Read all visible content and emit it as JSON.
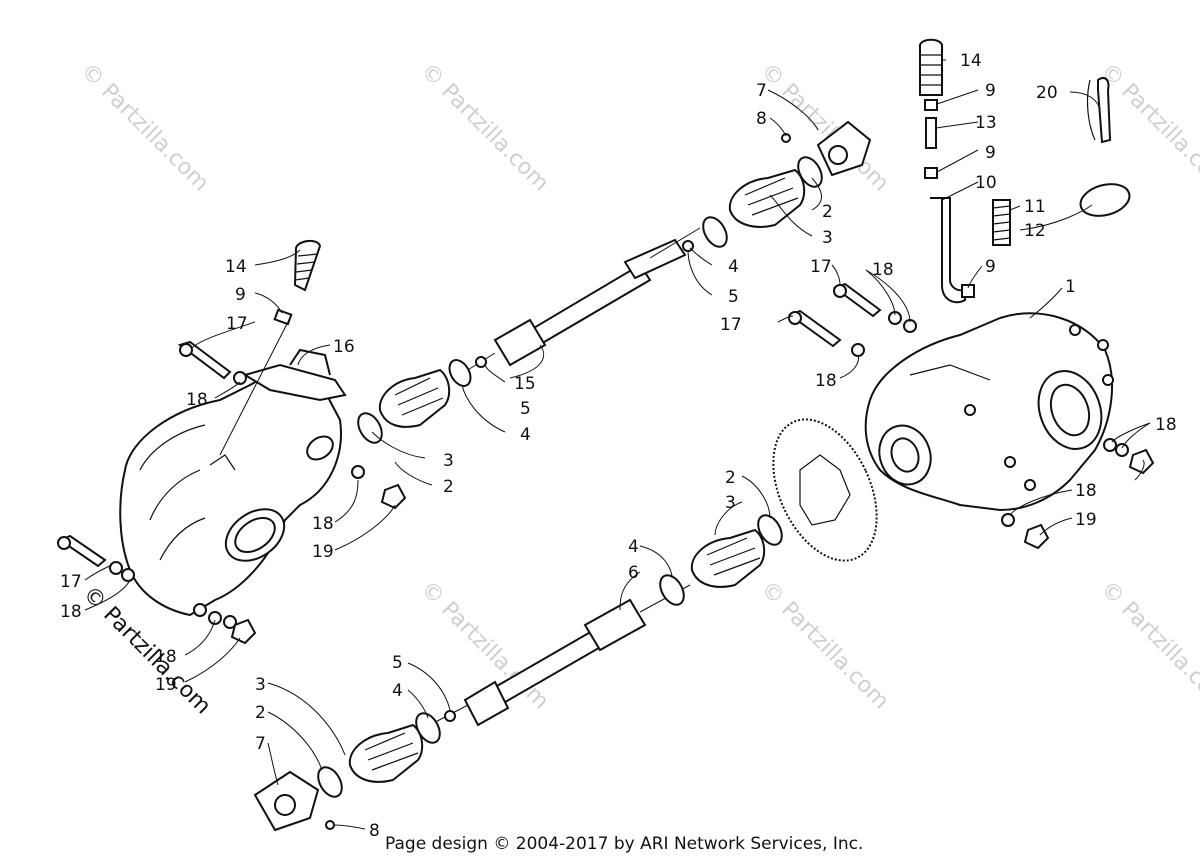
{
  "footer": "Page design © 2004-2017 by ARI Network Services, Inc.",
  "watermark": "© Partzilla.com",
  "callouts": [
    "1",
    "2",
    "3",
    "4",
    "5",
    "6",
    "7",
    "8",
    "9",
    "10",
    "11",
    "12",
    "13",
    "14",
    "15",
    "16",
    "17",
    "18",
    "19",
    "20"
  ]
}
